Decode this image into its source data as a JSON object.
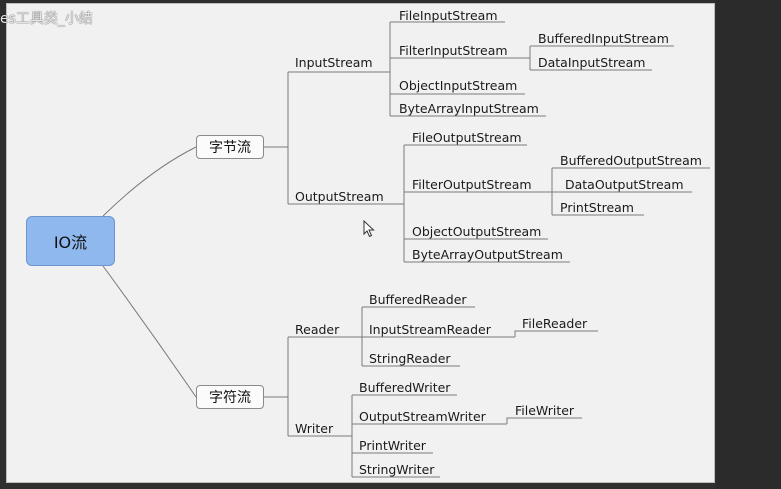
{
  "window": {
    "title": "es工具类_小结"
  },
  "root": "IO流",
  "categories": {
    "byte": "字节流",
    "char": "字符流"
  },
  "byte_streams": {
    "input": {
      "label": "InputStream",
      "children": [
        "FileInputStream",
        "FilterInputStream",
        "ObjectInputStream",
        "ByteArrayInputStream"
      ],
      "filter_children": [
        "BufferedInputStream",
        "DataInputStream"
      ]
    },
    "output": {
      "label": "OutputStream",
      "children": [
        "FileOutputStream",
        "FilterOutputStream",
        "ObjectOutputStream",
        "ByteArrayOutputStream"
      ],
      "filter_children": [
        "BufferedOutputStream",
        "DataOutputStream",
        "PrintStream"
      ]
    }
  },
  "char_streams": {
    "reader": {
      "label": "Reader",
      "children": [
        "BufferedReader",
        "InputStreamReader",
        "StringReader"
      ],
      "isr_children": [
        "FileReader"
      ]
    },
    "writer": {
      "label": "Writer",
      "children": [
        "BufferedWriter",
        "OutputStreamWriter",
        "PrintWriter",
        "StringWriter"
      ],
      "osw_children": [
        "FileWriter"
      ]
    }
  },
  "colors": {
    "root_fill": "#8fb8ee",
    "line": "#7a7a7a",
    "canvas": "#f1f1f1"
  }
}
